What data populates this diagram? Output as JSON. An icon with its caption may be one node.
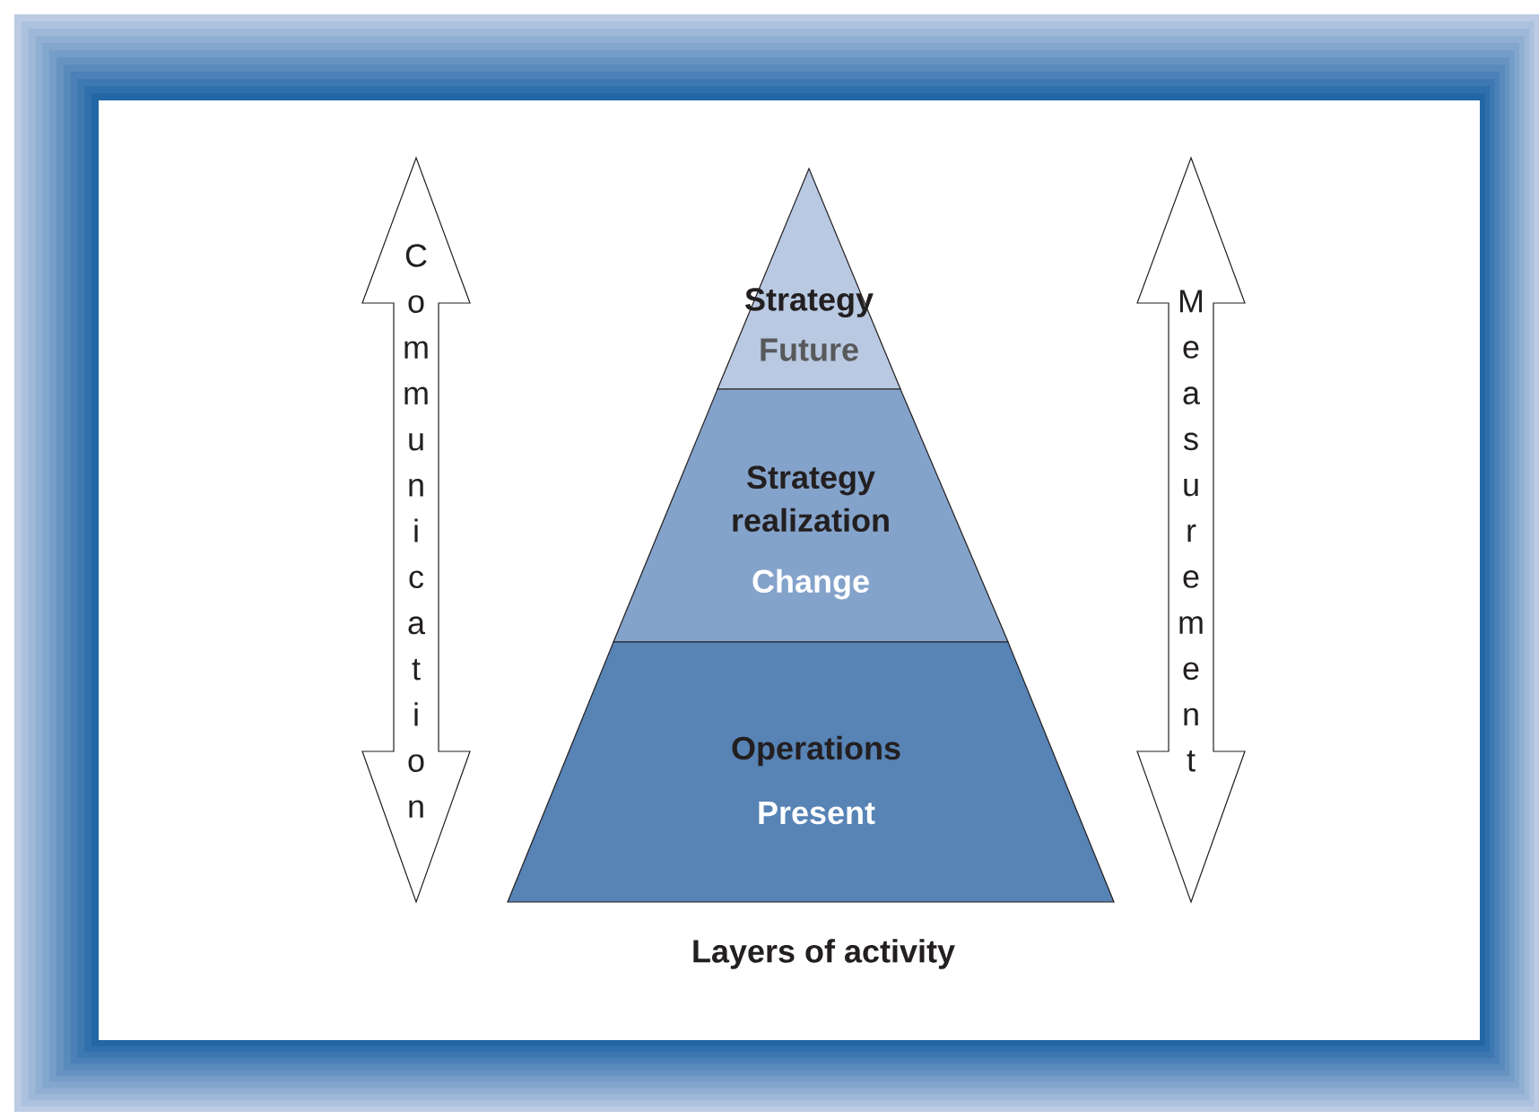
{
  "diagram": {
    "caption": "Layers of activity",
    "nodes": [
      {
        "text": [
          "Communication"
        ]
      },
      {
        "text": [
          "Strategy",
          "Future"
        ]
      },
      {
        "text": [
          "Strategy realization",
          "Change"
        ]
      },
      {
        "text": [
          "Operations",
          "Present"
        ]
      },
      {
        "text": [
          "Measurement"
        ]
      }
    ]
  }
}
